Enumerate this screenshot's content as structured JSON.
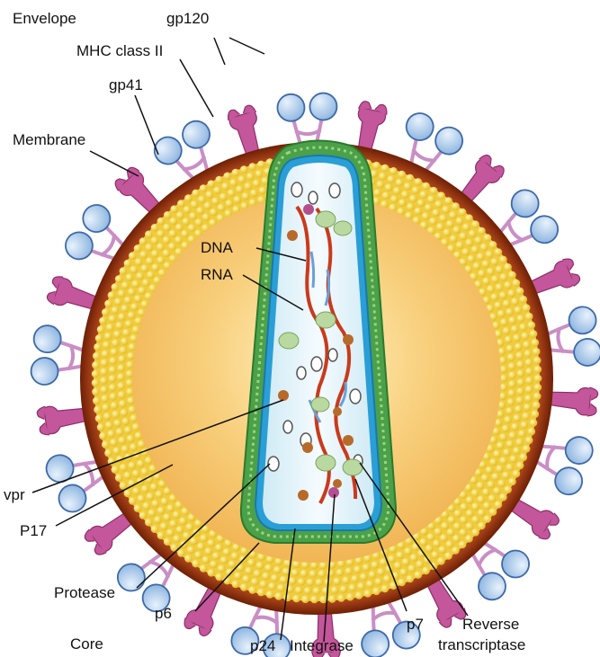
{
  "labels": {
    "envelope": "Envelope",
    "gp120": "gp120",
    "mhc": "MHC class II",
    "gp41": "gp41",
    "membrane": "Membrane",
    "dna": "DNA",
    "rna": "RNA",
    "vpr": "vpr",
    "p17": "P17",
    "protease": "Protease",
    "p6": "p6",
    "core": "Core",
    "p24": "p24",
    "integrase": "Integrase",
    "p7": "p7",
    "rt_line1": "Reverse",
    "rt_line2": "transcriptase"
  },
  "colors": {
    "membrane": "#8a2f0c",
    "matrix_bead": "#f2d23a",
    "interior": "#f7c66e",
    "capsid_outer": "#4aa14a",
    "capsid_inner": "#2a9fd6",
    "capsid_fill": "#eaf6fb",
    "rna": "#c93a1c",
    "gp120": "#a9c8ea",
    "gp41": "#c98fc5",
    "mhc": "#c4569b",
    "enzyme": "#b9d9a0"
  }
}
